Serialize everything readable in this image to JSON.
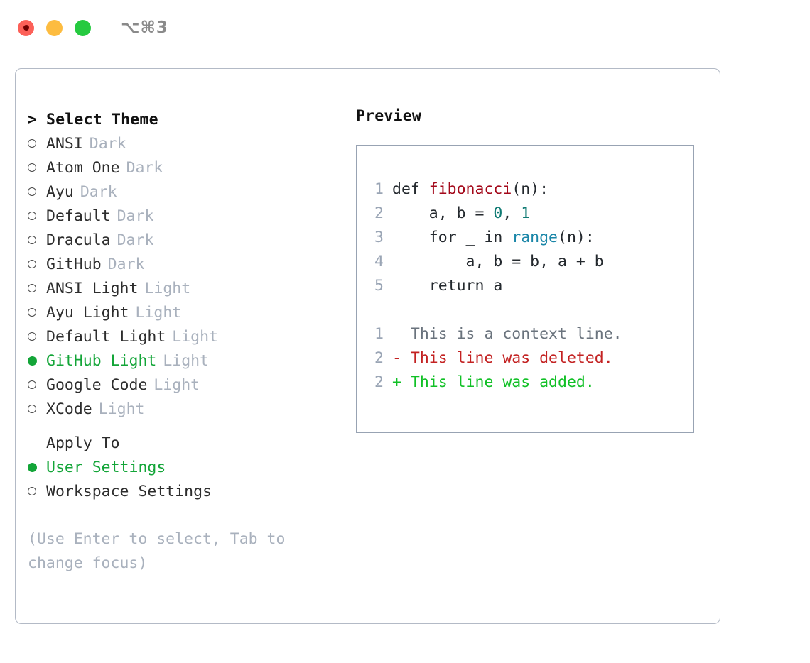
{
  "titlebar": {
    "shortcut": "⌥⌘3",
    "lights": [
      {
        "name": "close",
        "color": "#fc6058"
      },
      {
        "name": "minimize",
        "color": "#fdbc40"
      },
      {
        "name": "maximize",
        "color": "#26ca40"
      }
    ]
  },
  "theme_list": {
    "caret": ">",
    "header": "Select Theme",
    "items": [
      {
        "label": "ANSI",
        "tag": "Dark",
        "selected": false
      },
      {
        "label": "Atom One",
        "tag": "Dark",
        "selected": false
      },
      {
        "label": "Ayu",
        "tag": "Dark",
        "selected": false
      },
      {
        "label": "Default",
        "tag": "Dark",
        "selected": false
      },
      {
        "label": "Dracula",
        "tag": "Dark",
        "selected": false
      },
      {
        "label": "GitHub",
        "tag": "Dark",
        "selected": false
      },
      {
        "label": "ANSI Light",
        "tag": "Light",
        "selected": false
      },
      {
        "label": "Ayu Light",
        "tag": "Light",
        "selected": false
      },
      {
        "label": "Default Light",
        "tag": "Light",
        "selected": false
      },
      {
        "label": "GitHub Light",
        "tag": "Light",
        "selected": true
      },
      {
        "label": "Google Code",
        "tag": "Light",
        "selected": false
      },
      {
        "label": "XCode",
        "tag": "Light",
        "selected": false
      }
    ]
  },
  "apply_to": {
    "header": "Apply To",
    "items": [
      {
        "label": "User Settings",
        "selected": true
      },
      {
        "label": "Workspace Settings",
        "selected": false
      }
    ]
  },
  "hint": "(Use Enter to select, Tab to change focus)",
  "preview": {
    "title": "Preview",
    "code_lines": [
      {
        "no": "1",
        "tokens": [
          {
            "t": "def ",
            "c": "plain"
          },
          {
            "t": "fibonacci",
            "c": "func"
          },
          {
            "t": "(n):",
            "c": "plain"
          }
        ]
      },
      {
        "no": "2",
        "tokens": [
          {
            "t": "    a, b = ",
            "c": "plain"
          },
          {
            "t": "0",
            "c": "num"
          },
          {
            "t": ", ",
            "c": "plain"
          },
          {
            "t": "1",
            "c": "num"
          }
        ]
      },
      {
        "no": "3",
        "tokens": [
          {
            "t": "    for _ in ",
            "c": "plain"
          },
          {
            "t": "range",
            "c": "builtin"
          },
          {
            "t": "(n):",
            "c": "plain"
          }
        ]
      },
      {
        "no": "4",
        "tokens": [
          {
            "t": "        a, b = b, a + b",
            "c": "plain"
          }
        ]
      },
      {
        "no": "5",
        "tokens": [
          {
            "t": "    return a",
            "c": "plain"
          }
        ]
      }
    ],
    "diff_lines": [
      {
        "no": "1",
        "text": "  This is a context line.",
        "c": "ctx"
      },
      {
        "no": "2",
        "text": "- This line was deleted.",
        "c": "del"
      },
      {
        "no": "2",
        "text": "+ This line was added.",
        "c": "add"
      }
    ]
  },
  "colors": {
    "accent_green": "#13a538",
    "muted": "#a9b1bd",
    "panel_border": "#b3bac6",
    "code_border": "#98a3b3",
    "syntax_function": "#a3081a",
    "syntax_number": "#0f7a73",
    "syntax_builtin": "#1a86a8",
    "diff_context": "#6a737d",
    "diff_deleted": "#c32222",
    "diff_added": "#11c026"
  }
}
